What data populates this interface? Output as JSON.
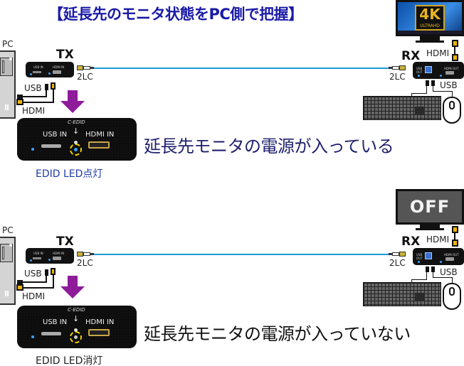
{
  "title": "【延長先のモニタ状態をPC側で把握】",
  "colors": {
    "title": "#1a1aa6",
    "fiber": "#1a9ad6",
    "arrow": "#8e1b9a",
    "led_on": "#3aa0ff",
    "led_off": "#cccccc",
    "ring": "#f0d000"
  },
  "scenarios": [
    {
      "pc_label": "PC",
      "tx_label": "TX",
      "rx_label": "RX",
      "cable_tx_label": "2LC",
      "cable_rx_label": "2LC",
      "usb_label": "USB",
      "hdmi_label": "HDMI",
      "rx_hdmi_label": "HDMI",
      "rx_usb_label": "USB",
      "monitor_state": "on",
      "monitor_badge": "4K",
      "monitor_badge_sub": "ULTRAHD",
      "box": {
        "cedid": "C-EDID",
        "usb_in": "USB IN",
        "hdmi_in": "HDMI IN",
        "edid_led": "on"
      },
      "led_note": "EDID LED点灯",
      "caption": "延長先モニタの電源が入っている"
    },
    {
      "pc_label": "PC",
      "tx_label": "TX",
      "rx_label": "RX",
      "cable_tx_label": "2LC",
      "cable_rx_label": "2LC",
      "usb_label": "USB",
      "hdmi_label": "HDMI",
      "rx_hdmi_label": "HDMI",
      "rx_usb_label": "USB",
      "monitor_state": "off",
      "monitor_text": "OFF",
      "box": {
        "cedid": "C-EDID",
        "usb_in": "USB IN",
        "hdmi_in": "HDMI IN",
        "edid_led": "off"
      },
      "led_note": "EDID LED消灯",
      "caption": "延長先モニタの電源が入っていない"
    }
  ]
}
